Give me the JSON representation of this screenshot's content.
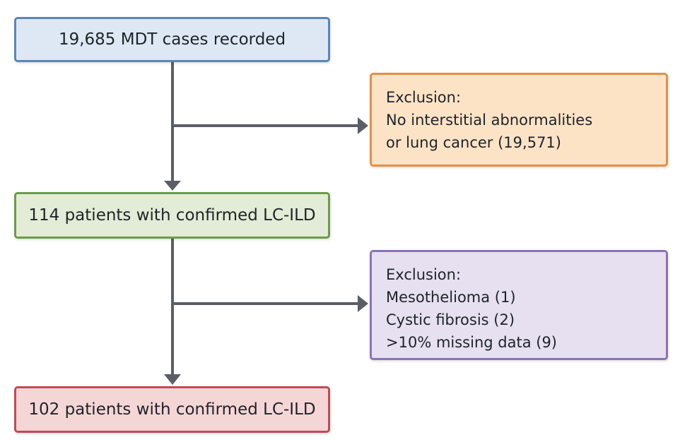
{
  "flowchart": {
    "colors": {
      "connector": "#5b5e66",
      "blue_fill": "#dde8f4",
      "blue_border": "#5a86b6",
      "orange_fill": "#fce3c6",
      "orange_border": "#e39148",
      "green_fill": "#e2ecd6",
      "green_border": "#6d9b4a",
      "purple_fill": "#e6e0f1",
      "purple_border": "#8c72b6",
      "red_fill": "#f5d6d7",
      "red_border": "#c24a52"
    },
    "box1": {
      "text": "19,685 MDT cases recorded"
    },
    "exclusion1": {
      "heading": "Exclusion:",
      "lines": [
        "No interstitial abnormalities",
        "or lung cancer (19,571)"
      ]
    },
    "box2": {
      "text": "114 patients with confirmed LC-ILD"
    },
    "exclusion2": {
      "heading": "Exclusion:",
      "lines": [
        "Mesothelioma (1)",
        "Cystic fibrosis (2)",
        ">10% missing data (9)"
      ]
    },
    "box3": {
      "text": "102 patients with confirmed LC-ILD"
    }
  }
}
